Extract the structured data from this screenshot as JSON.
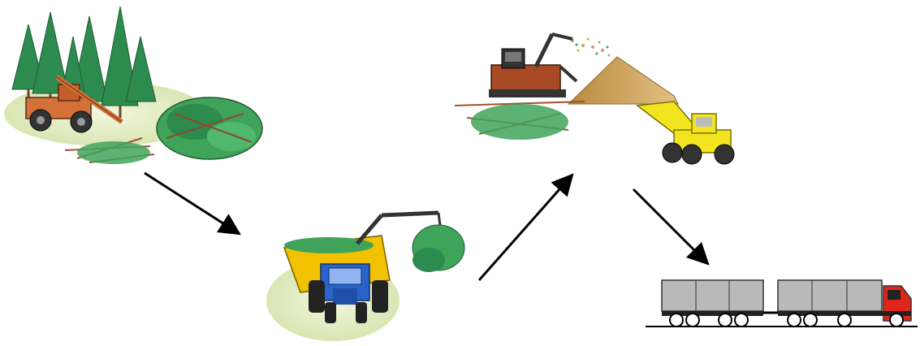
{
  "diagram": {
    "stages": [
      {
        "id": "forest-harvesting",
        "icon": "forest-forwarder-icon"
      },
      {
        "id": "field-chipping",
        "icon": "tractor-chipper-icon"
      },
      {
        "id": "terminal-storage",
        "icon": "terminal-chipper-loader-icon"
      },
      {
        "id": "road-transport",
        "icon": "truck-trailer-icon"
      }
    ],
    "flow": [
      {
        "from": "forest-harvesting",
        "to": "field-chipping"
      },
      {
        "from": "field-chipping",
        "to": "terminal-storage"
      },
      {
        "from": "terminal-storage",
        "to": "road-transport"
      }
    ],
    "colors": {
      "tree": "#2e8b4f",
      "slash": "#3fa35a",
      "chip_pile": "#c9a25a",
      "forwarder": "#d4703a",
      "chipper_tractor": "#2a63c9",
      "chipper_bin": "#f2c200",
      "loader": "#f2e51f",
      "truck_cab": "#e0251b",
      "truck_container": "#b9b9b9",
      "arrow": "#000000"
    }
  }
}
